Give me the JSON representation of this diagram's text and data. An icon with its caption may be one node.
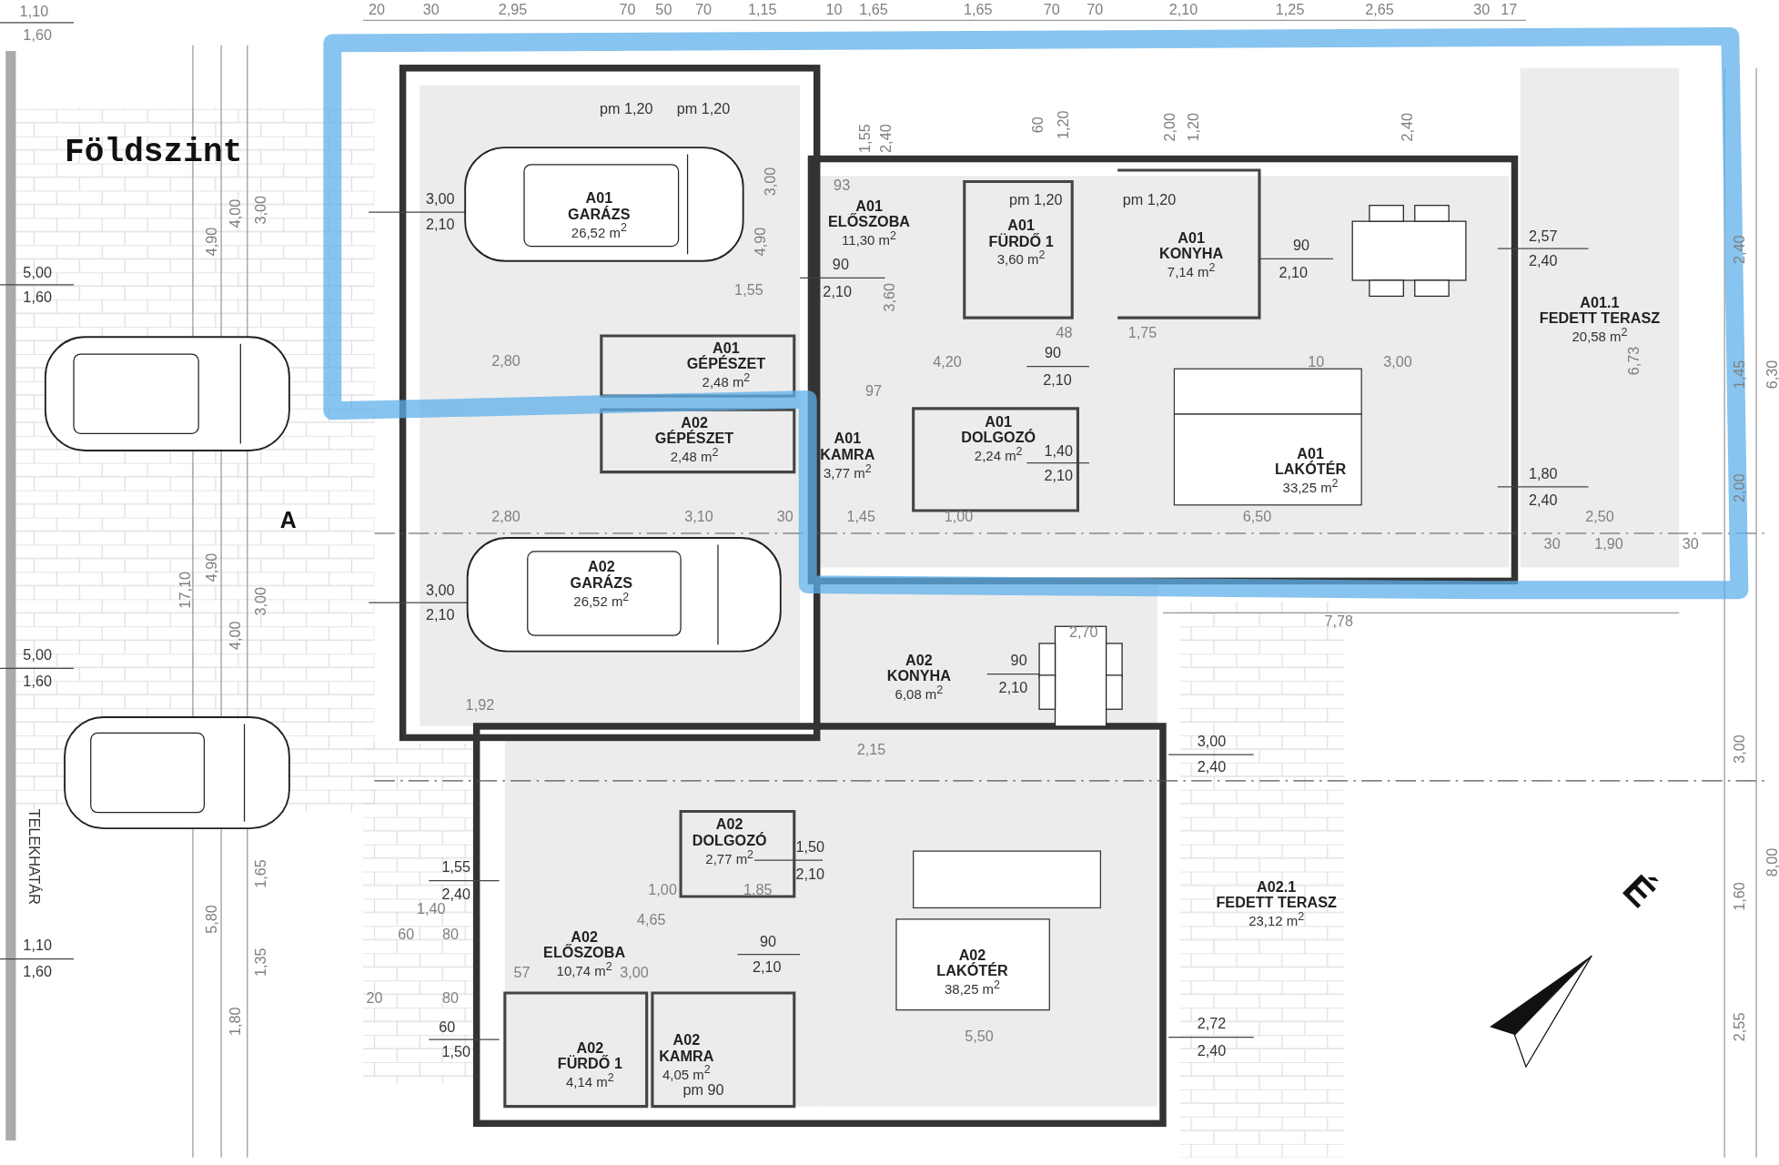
{
  "diagram": {
    "title": "Földszint",
    "nodes": [
      {
        "text": [
          "A01",
          "GARÁZS",
          "26,52 m$^{2}$"
        ]
      },
      {
        "text": [
          "A01",
          "ELŐSZOBA",
          "11,30 m$^{2}$"
        ]
      },
      {
        "text": [
          "A01",
          "FÜRDŐ 1",
          "3,60 m$^{2}$"
        ]
      },
      {
        "text": [
          "A01",
          "KONYHA",
          "7,14 m$^{2}$"
        ]
      },
      {
        "text": [
          "A01.1",
          "FEDETT TERASZ",
          "20,58 m$^{2}$"
        ]
      },
      {
        "text": [
          "A01",
          "GÉPÉSZET",
          "2,48 m$^{2}$"
        ]
      },
      {
        "text": [
          "A02",
          "GÉPÉSZET",
          "2,48 m$^{2}$"
        ]
      },
      {
        "text": [
          "A01",
          "KAMRA",
          "3,77 m$^{2}$"
        ]
      },
      {
        "text": [
          "A01",
          "DOLGOZÓ",
          "2,24 m$^{2}$"
        ]
      },
      {
        "text": [
          "A01",
          "LAKÓTÉR",
          "33,25 m$^{2}$"
        ]
      },
      {
        "text": [
          "A02",
          "GARÁZS",
          "26,52 m$^{2}$"
        ]
      },
      {
        "text": [
          "A02",
          "KONYHA",
          "6,08 m$^{2}$"
        ]
      },
      {
        "text": [
          "A02",
          "DOLGOZÓ",
          "2,77 m$^{2}$"
        ]
      },
      {
        "text": [
          "A02",
          "ELŐSZOBA",
          "10,74 m$^{2}$"
        ]
      },
      {
        "text": [
          "A02",
          "LAKÓTÉR",
          "38,25 m$^{2}$"
        ]
      },
      {
        "text": [
          "A02",
          "FÜRDŐ 1",
          "4,14 m$^{2}$"
        ]
      },
      {
        "text": [
          "A02",
          "KAMRA",
          "4,05 m$^{2}$"
        ]
      },
      {
        "text": [
          "A02.1",
          "FEDETT TERASZ",
          "23,12 m$^{2}$"
        ]
      }
    ],
    "labels": [
      "1,10",
      "20",
      "30",
      "2,95",
      "70",
      "50",
      "70",
      "1,15",
      "10",
      "1,65",
      "1,65",
      "70",
      "70",
      "2,10",
      "1,25",
      "2,65",
      "30",
      "17",
      "1,60",
      "pm 1,20",
      "pm 1,20",
      "1,55",
      "2,40",
      "60",
      "1,20",
      "2,00",
      "1,20",
      "2,40",
      "4,90",
      "4,00",
      "3,00",
      "3,00",
      "3,00",
      "93",
      "pm 1,20",
      "pm 1,20",
      "2,10",
      "4,90",
      "90",
      "2,57",
      "5,00",
      "90",
      "2,10",
      "2,40",
      "1,60",
      "1,55",
      "2,10",
      "3,60",
      "48",
      "1,75",
      "90",
      "2,80",
      "4,20",
      "10",
      "3,00",
      "6,73",
      "2,40",
      "1,45",
      "6,30",
      "2,10",
      "97",
      "1,40",
      "2,10",
      "1,80",
      "2,00",
      "2,40",
      "A",
      "2,80",
      "3,10",
      "30",
      "1,45",
      "1,00",
      "6,50",
      "2,50",
      "30",
      "1,90",
      "30",
      "17,10",
      "4,90",
      "4,00",
      "3,00",
      "3,00",
      "2,10",
      "7,78",
      "2,70",
      "5,00",
      "90",
      "1,60",
      "2,10",
      "1,92",
      "3,00",
      "3,00",
      "2,15",
      "2,40",
      "1,50",
      "TELEKHATÁR",
      "1,65",
      "2,10",
      "8,00",
      "1,55",
      "2,40",
      "1,00",
      "1,85",
      "É",
      "1,60",
      "5,80",
      "1,40",
      "4,65",
      "1,10",
      "60",
      "80",
      "90",
      "1,60",
      "1,35",
      "57",
      "3,00",
      "2,10",
      "20",
      "80",
      "1,80",
      "60",
      "2,72",
      "2,55",
      "1,50",
      "5,50",
      "2,40",
      "pm 90"
    ]
  }
}
